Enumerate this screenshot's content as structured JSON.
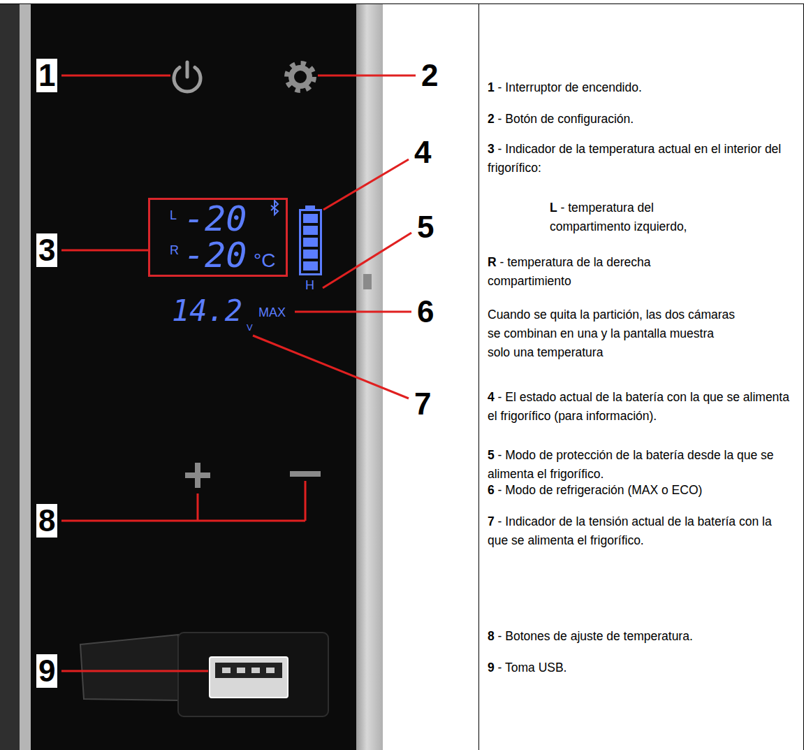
{
  "diagram": {
    "nodes": [
      {
        "text": [
          "L",
          "-20",
          "R",
          "-20",
          "°C"
        ]
      }
    ],
    "labels": [
      "1",
      "2",
      "3",
      "4",
      "5",
      "6",
      "7",
      "8",
      "9",
      "H",
      "14.2",
      "MAX",
      "V",
      "1 - Interruptor de encendido.",
      "2 - Botón de configuración.",
      "3 - Indicador de la temperatura actual en el interior del frigorífico:",
      "L - temperatura del compartimento izquierdo,",
      "R - temperatura de la derecha compartimiento",
      "Cuando se quita la partición, las dos cámaras se combinan en una y la pantalla muestra solo una temperatura",
      "4 - El estado actual de la batería con la que se alimenta el frigorífico (para información).",
      "5 - Modo de protección de la batería desde la que se alimenta el frigorífico.",
      "6 - Modo de refrigeración (MAX o ECO)",
      "7 - Indicador de la tensión actual de la batería con la que se alimenta el frigorífico.",
      "8 - Botones de ajuste de temperatura.",
      "9 - Toma USB."
    ]
  }
}
